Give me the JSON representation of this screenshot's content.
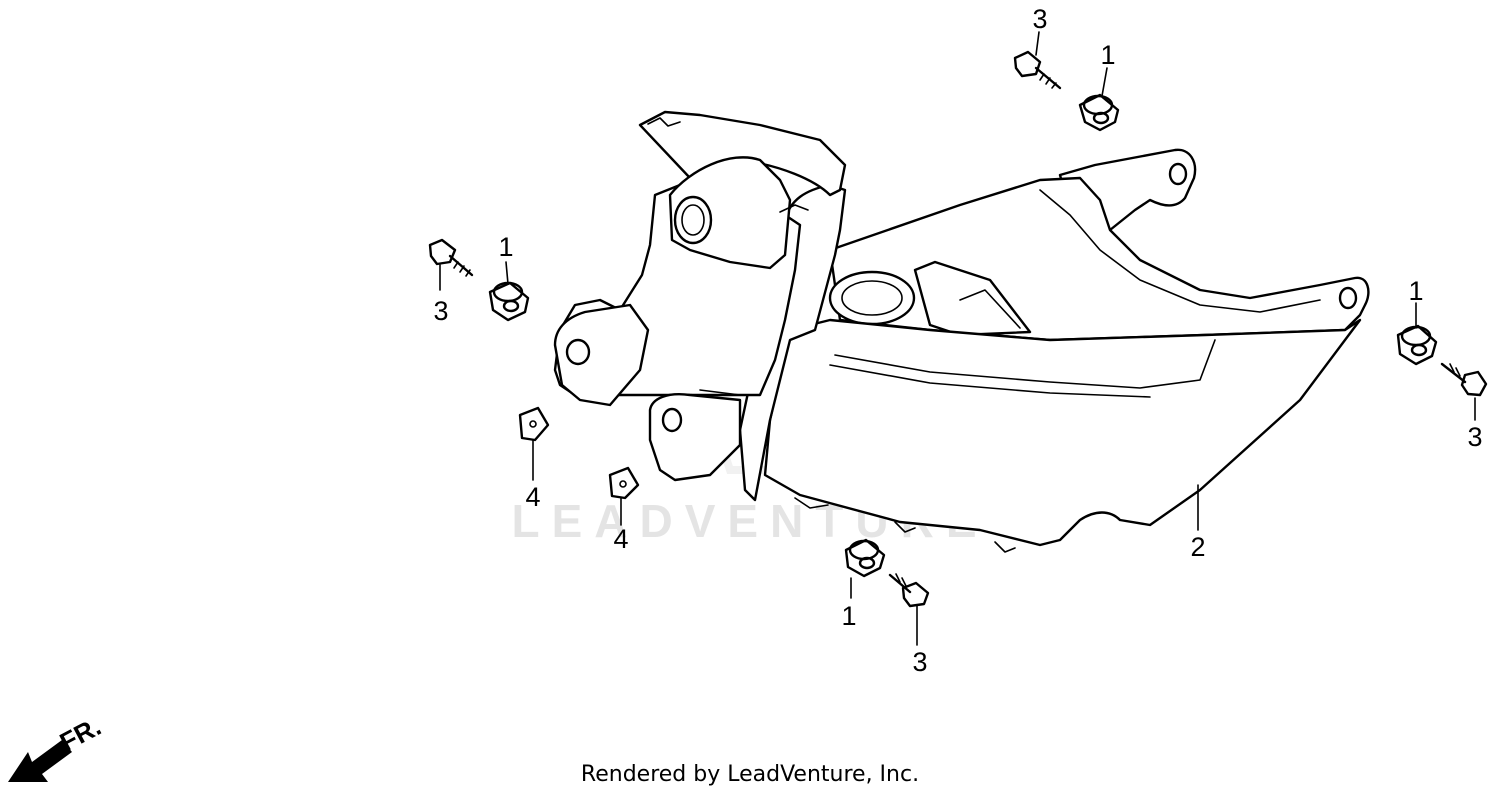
{
  "callouts": {
    "c1a": "3",
    "c1b": "1",
    "c2a": "1",
    "c2b": "3",
    "c3a": "1",
    "c3b": "3",
    "c4a": "4",
    "c4b": "4",
    "c5": "2",
    "c6a": "1",
    "c6b": "3"
  },
  "direction_label": "FR.",
  "watermark": "LEADVENTURE",
  "footer": "Rendered by LeadVenture, Inc."
}
